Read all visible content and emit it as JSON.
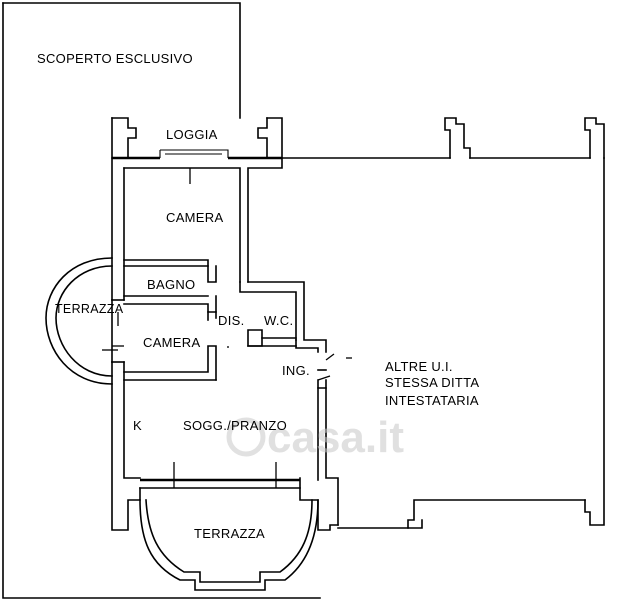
{
  "plan": {
    "labels": {
      "scoperto": "SCOPERTO ESCLUSIVO",
      "loggia": "LOGGIA",
      "camera_top": "CAMERA",
      "bagno": "BAGNO",
      "terrazza_left": "TERRAZZA",
      "dis": "DIS.",
      "wc": "W.C.",
      "camera_mid": "CAMERA",
      "ing": "ING.",
      "altre_line1": "ALTRE U.I.",
      "altre_line2": "STESSA DITTA",
      "altre_line3": "INTESTATARIA",
      "k": "K",
      "soggiorno": "SOGG./PRANZO",
      "terrazza_bottom": "TERRAZZA"
    },
    "watermark": "casa.it"
  }
}
